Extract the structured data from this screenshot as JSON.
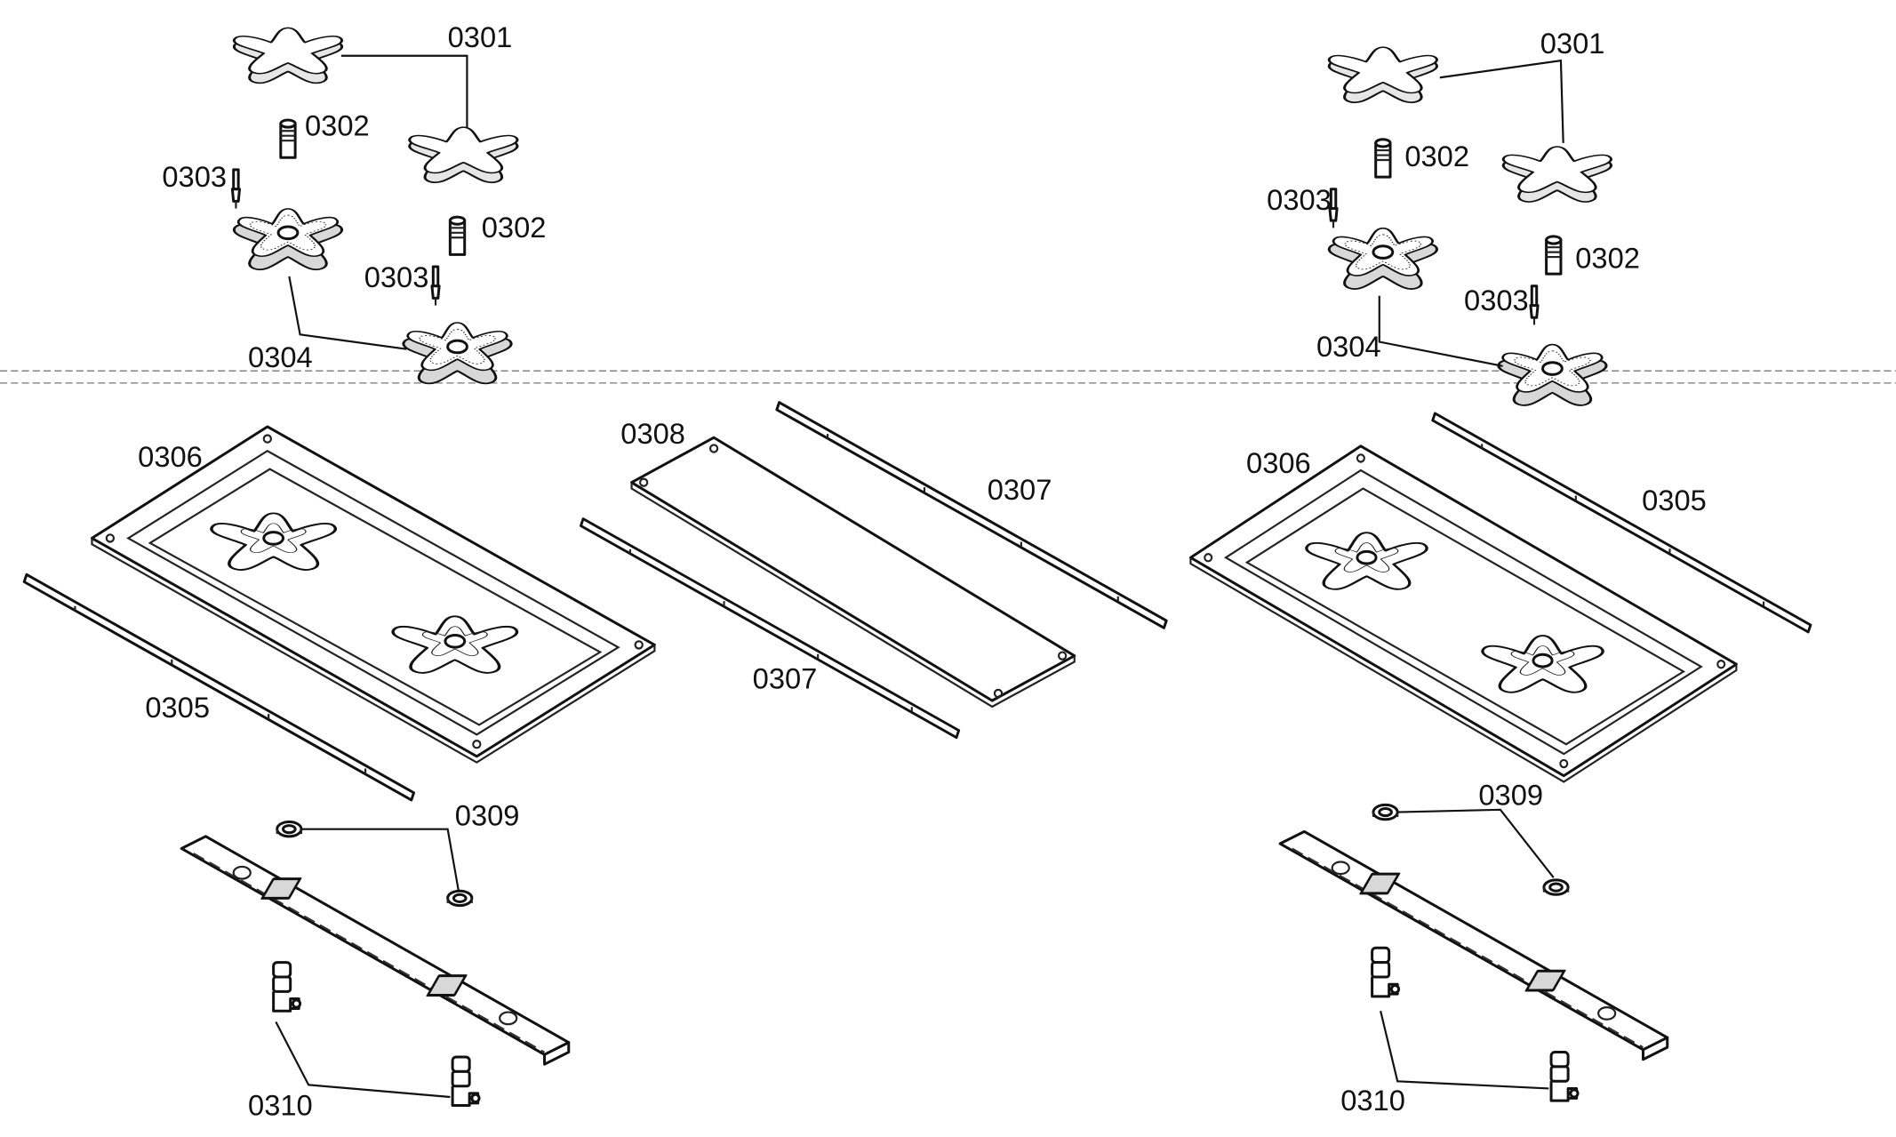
{
  "labels": {
    "cap": "0301",
    "injector": "0302",
    "electrode": "0303",
    "burner": "0304",
    "rail": "0305",
    "tray": "0306",
    "side_strip": "0307",
    "cover_plate": "0308",
    "ring": "0309",
    "valve": "0310"
  }
}
